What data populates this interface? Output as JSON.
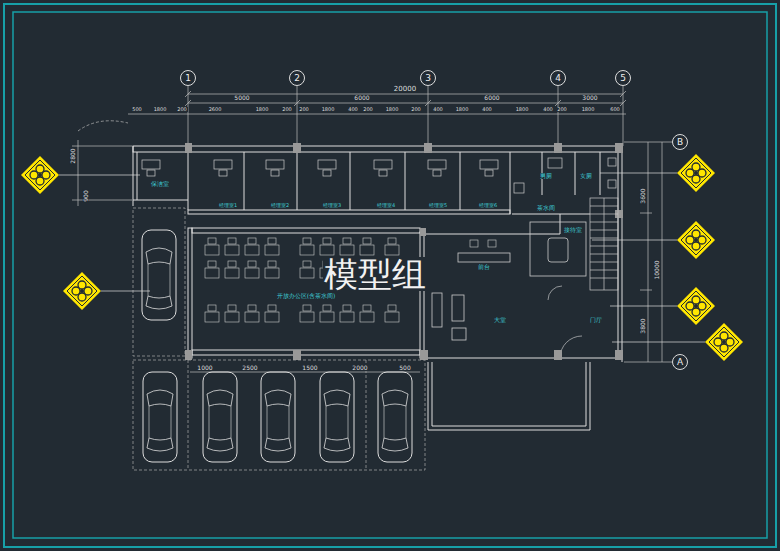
{
  "diagram": {
    "nodes": [
      {
        "text": [
          "1"
        ]
      },
      {
        "text": [
          "2"
        ]
      },
      {
        "text": [
          "3"
        ]
      },
      {
        "text": [
          "4"
        ]
      },
      {
        "text": [
          "5"
        ]
      },
      {
        "text": [
          "B"
        ]
      },
      {
        "text": [
          "A"
        ]
      }
    ],
    "labels": [
      "20000",
      "5000",
      "6000",
      "6000",
      "3000",
      "500",
      "1800",
      "200",
      "2600",
      "1800",
      "200",
      "200",
      "1800",
      "400",
      "200",
      "1800",
      "200",
      "400",
      "1800",
      "400",
      "1800",
      "400",
      "200",
      "1800",
      "600",
      "3600",
      "3800",
      "10000",
      "2800",
      "900",
      "1000",
      "2500",
      "1500",
      "2000",
      "500",
      "保洁室",
      "经理室1",
      "经理室2",
      "经理室3",
      "经理室4",
      "经理室5",
      "经理室6",
      "男厕",
      "女厕",
      "茶水间",
      "接待室",
      "开放办公区(含茶水间)",
      "前台",
      "大堂",
      "门厅",
      "模型组"
    ]
  }
}
